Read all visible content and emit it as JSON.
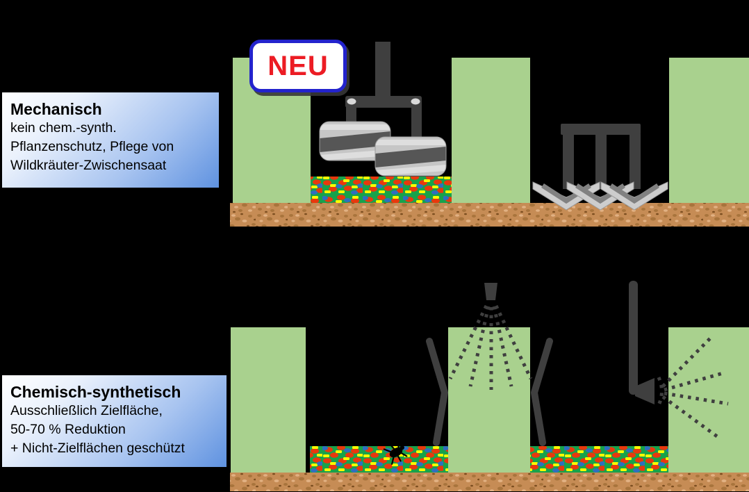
{
  "slide": {
    "background": "#000000"
  },
  "badge": {
    "label": "NEU",
    "text_color": "#ec1c24",
    "border_color": "#2323cd"
  },
  "boxes": {
    "mechanical": {
      "title": "Mechanisch",
      "lines": [
        "kein chem.-synth.",
        "Pflanzenschutz, Pflege von",
        "Wildkräuter-Zwischensaat"
      ]
    },
    "chemical": {
      "title": "Chemisch-synthetisch",
      "lines": [
        "Ausschließlich Zielfläche,",
        "50-70 % Reduktion",
        "+ Nicht-Zielflächen geschützt"
      ]
    }
  },
  "colors": {
    "vine_green": "#a9d18e",
    "flower_green": "#17a24b",
    "flower_red": "#e8380d",
    "flower_yellow": "#fdfd00",
    "flower_blue": "#2e6fc0",
    "soil_base": "#c68c55",
    "machine_dark": "#3f3f3f",
    "machine_light": "#c6c6c6",
    "box_gradient_start": "#ffffff",
    "box_gradient_end": "#5f92e0"
  }
}
